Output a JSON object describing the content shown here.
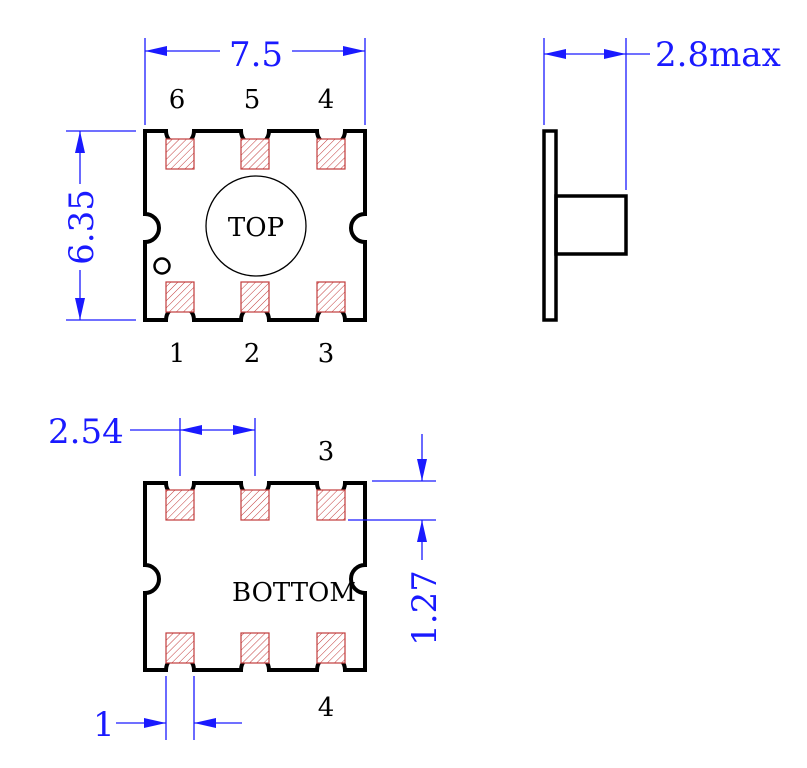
{
  "top_view": {
    "label": "TOP",
    "pins_top": [
      "6",
      "5",
      "4"
    ],
    "pins_bottom": [
      "1",
      "2",
      "3"
    ],
    "dim_width": "7.5",
    "dim_height": "6.35"
  },
  "side_view": {
    "dim_height": "2.8max"
  },
  "bottom_view": {
    "label": "BOTTOM",
    "pin_top": "3",
    "pin_bottom": "4",
    "dim_pitch": "2.54",
    "dim_pad_width": "1",
    "dim_pad_length": "1.27"
  },
  "colors": {
    "dimension": "#1a1aff",
    "outline": "#000000",
    "pad_hatch": "#c23b3b"
  }
}
